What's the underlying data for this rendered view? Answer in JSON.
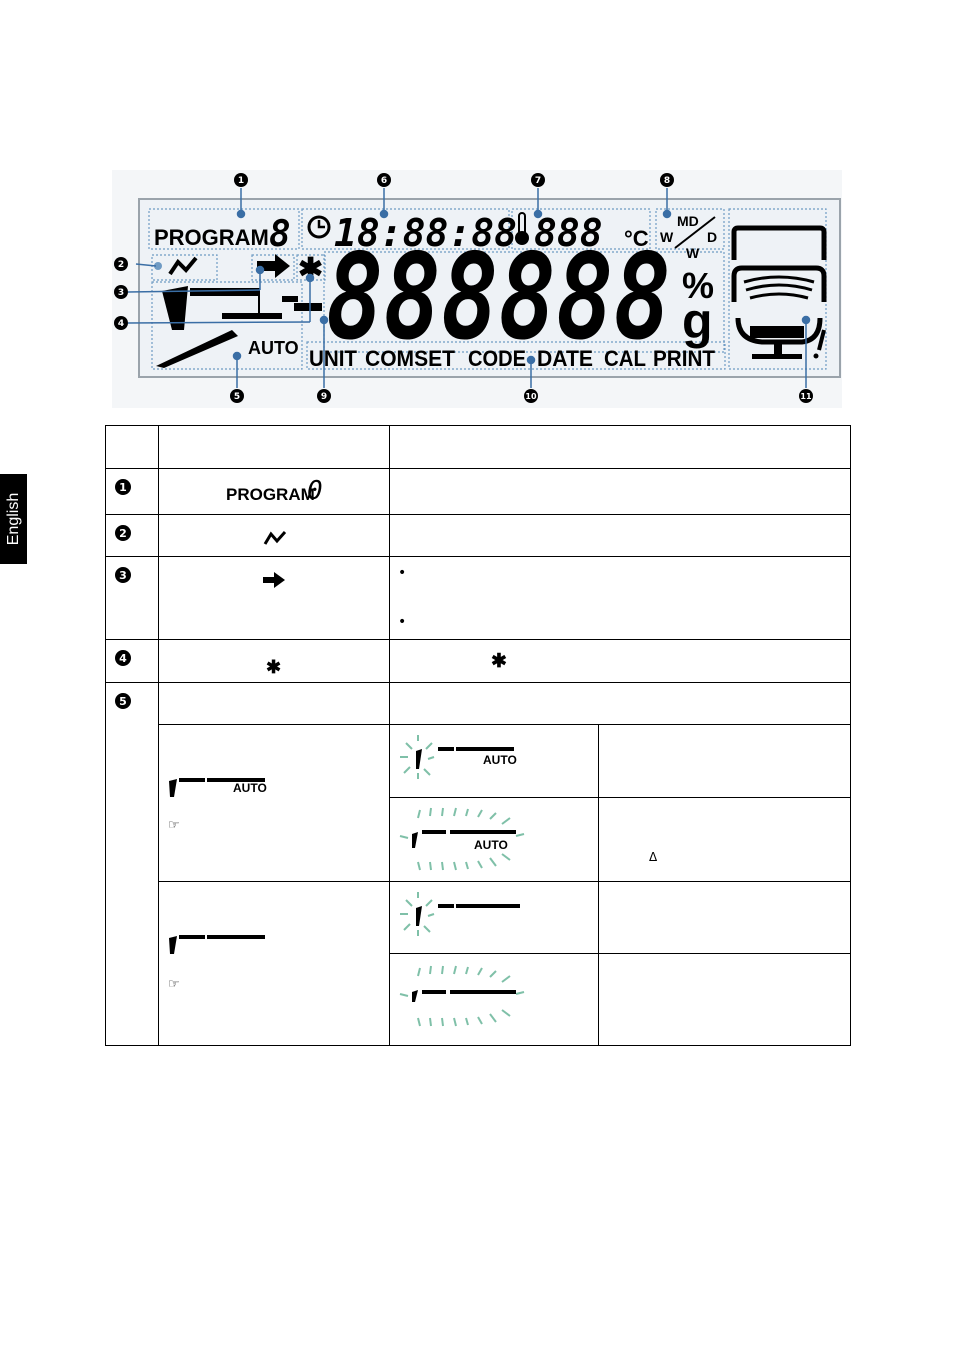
{
  "side_tab": {
    "label": "English"
  },
  "lcd": {
    "program_label": "PROGRAM",
    "program_digit": "8",
    "time_digits": "18:88:88",
    "temp_digits": "888",
    "temp_unit": "°C",
    "date_labels": {
      "md": "MD",
      "w": "W",
      "d": "D",
      "w2": "W"
    },
    "main_digits": "888888",
    "percent": "%",
    "gram": "g",
    "auto_label": "AUTO",
    "bottom_labels": [
      "UNIT",
      "COMSET",
      "CODE",
      "DATE",
      "CAL",
      "PRINT"
    ],
    "callouts": [
      "1",
      "2",
      "3",
      "4",
      "5",
      "6",
      "7",
      "8",
      "9",
      "10",
      "11"
    ]
  },
  "table": {
    "rows": [
      {
        "num": "1",
        "symbol_text": "PROGRAM",
        "symbol_digit": "0"
      },
      {
        "num": "2",
        "symbol_icon": "stability-icon"
      },
      {
        "num": "3",
        "symbol_icon": "arrow-right-icon",
        "bullets": [
          "•",
          "•"
        ]
      },
      {
        "num": "4",
        "symbol_icon": "asterisk-icon",
        "desc_symbol": "✱"
      },
      {
        "num": "5"
      }
    ],
    "auto_label": "AUTO",
    "delta": "Δ",
    "hand_icon": "☞"
  }
}
